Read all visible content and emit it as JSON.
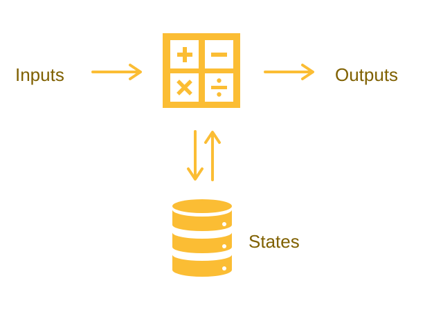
{
  "diagram": {
    "inputs_label": "Inputs",
    "outputs_label": "Outputs",
    "states_label": "States",
    "process_icon": "calculator-icon",
    "storage_icon": "database-icon",
    "accent_color": "#FBBD34",
    "text_color": "#7F6000"
  }
}
